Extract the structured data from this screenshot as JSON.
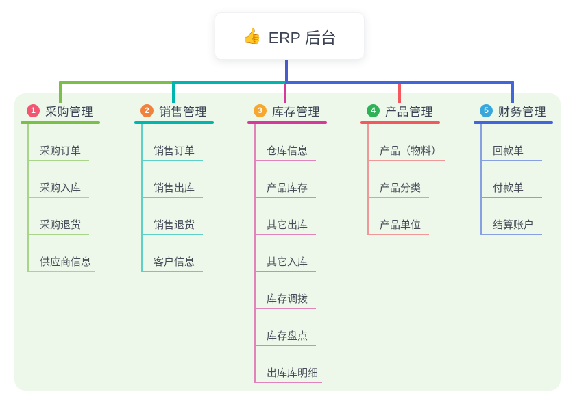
{
  "root": {
    "icon": "thumbs-up-icon",
    "icon_glyph": "👍",
    "label": "ERP 后台"
  },
  "branches": [
    {
      "index": "1",
      "title": "采购管理",
      "badge_color": "#F25670",
      "line_color": "#7CBE4A",
      "children": [
        "采购订单",
        "采购入库",
        "采购退货",
        "供应商信息"
      ]
    },
    {
      "index": "2",
      "title": "销售管理",
      "badge_color": "#F0823E",
      "line_color": "#00B5AD",
      "children": [
        "销售订单",
        "销售出库",
        "销售退货",
        "客户信息"
      ]
    },
    {
      "index": "3",
      "title": "库存管理",
      "badge_color": "#F7A62E",
      "line_color": "#D6399B",
      "children": [
        "仓库信息",
        "产品库存",
        "其它出库",
        "其它入库",
        "库存调拨",
        "库存盘点",
        "出库库明细"
      ]
    },
    {
      "index": "4",
      "title": "产品管理",
      "badge_color": "#2EB256",
      "line_color": "#F2595F",
      "children": [
        "产品（物料）",
        "产品分类",
        "产品单位"
      ]
    },
    {
      "index": "5",
      "title": "财务管理",
      "badge_color": "#38A8DC",
      "line_color": "#4166DB",
      "children": [
        "回款单",
        "付款单",
        "结算账户"
      ]
    }
  ],
  "colors": {
    "canvas_bg": "#FFFFFF",
    "panel_bg": "#EDF8EA",
    "root_connector": "#4A5BCE",
    "root_text": "#3C4454",
    "branch_title_text": "#3A4254",
    "child_text": "#464B57"
  }
}
